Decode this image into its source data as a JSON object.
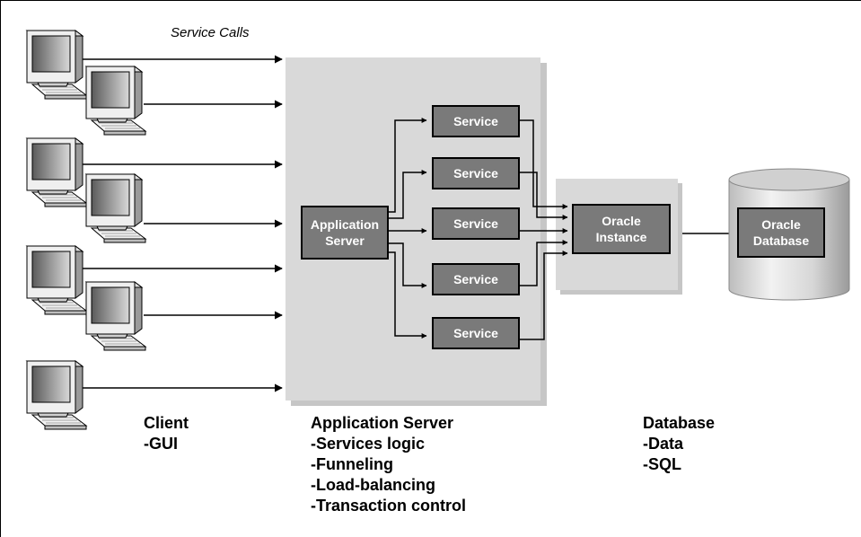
{
  "diagram": {
    "top_caption": "Service Calls",
    "app_server_box": {
      "line1": "Application",
      "line2": "Server"
    },
    "service_label": "Service",
    "services": [
      "Service",
      "Service",
      "Service",
      "Service",
      "Service"
    ],
    "oracle_instance": {
      "line1": "Oracle",
      "line2": "Instance"
    },
    "oracle_database": {
      "line1": "Oracle",
      "line2": "Database"
    },
    "columns": {
      "client": {
        "title": "Client",
        "items": [
          "-GUI"
        ]
      },
      "application_server": {
        "title": "Application Server",
        "items": [
          "-Services logic",
          "-Funneling",
          "-Load-balancing",
          "-Transaction control"
        ]
      },
      "database": {
        "title": "Database",
        "items": [
          "-Data",
          "-SQL"
        ]
      }
    },
    "colors": {
      "panel_fill": "#d9d9d9",
      "panel_shadow": "#c0c0c0",
      "box_fill": "#7a7a7a",
      "line": "#000000",
      "text_on_box": "#ffffff"
    },
    "icons": [
      "desktop-computer-icon",
      "database-cylinder-icon"
    ]
  }
}
